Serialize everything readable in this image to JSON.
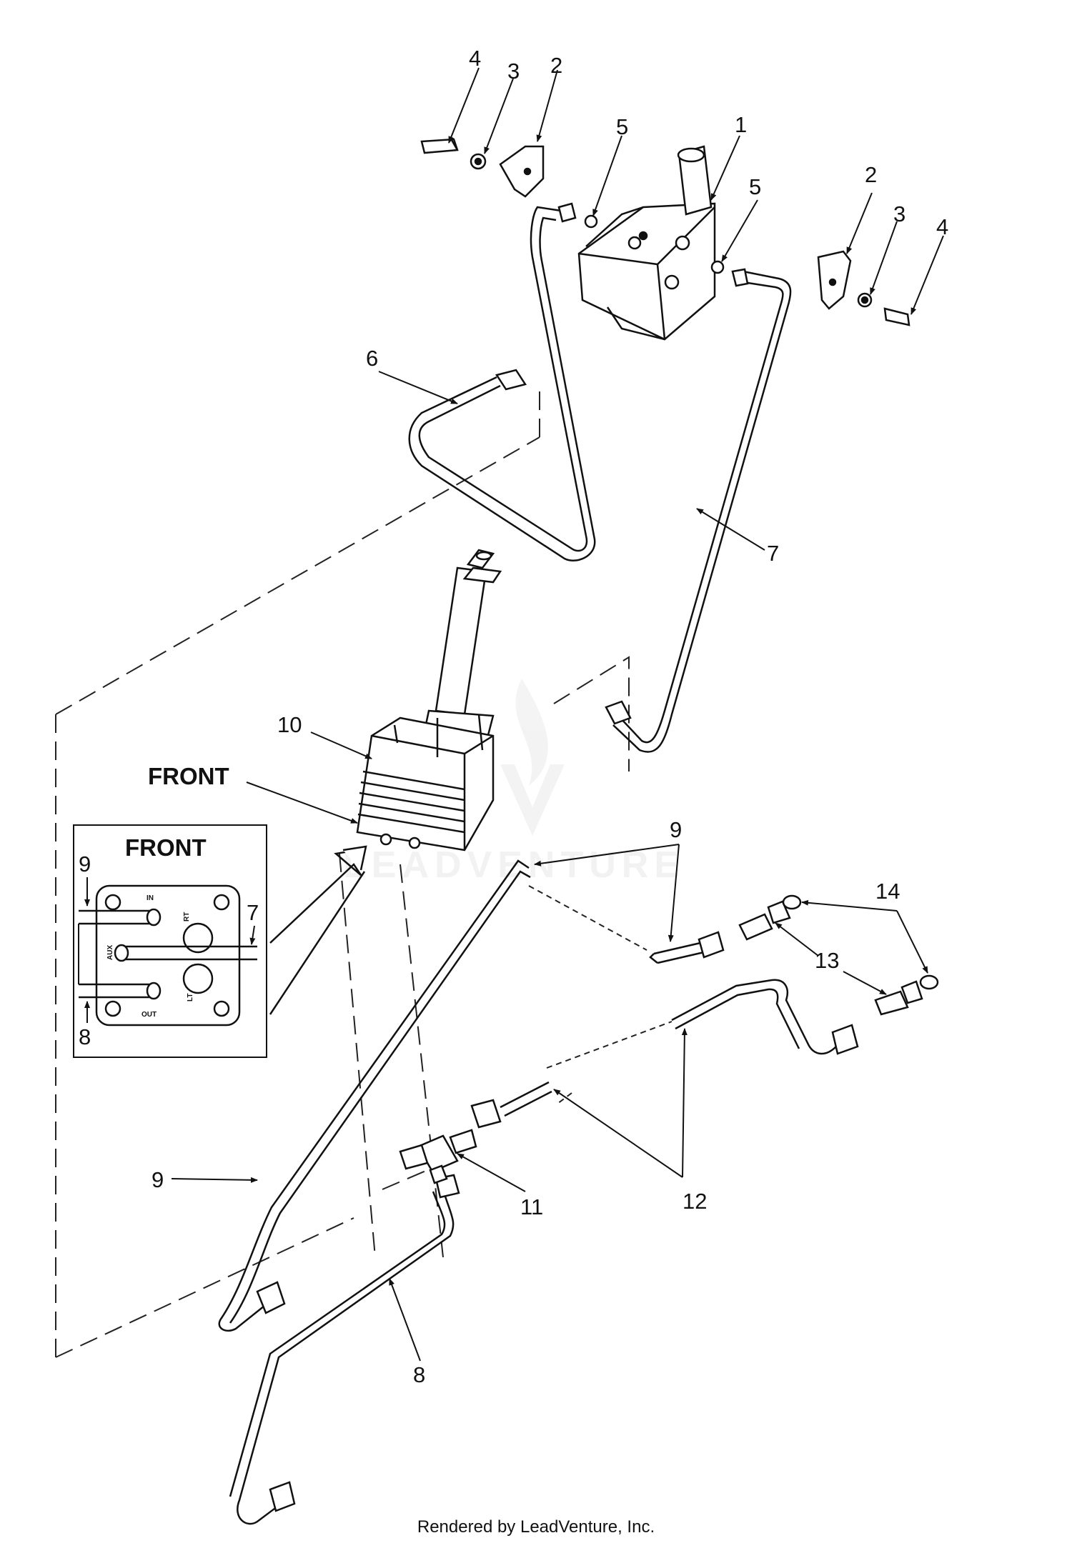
{
  "callouts": {
    "c1": "1",
    "c2a": "2",
    "c2b": "2",
    "c3a": "3",
    "c3b": "3",
    "c4a": "4",
    "c4b": "4",
    "c5a": "5",
    "c5b": "5",
    "c6": "6",
    "c7": "7",
    "c8": "8",
    "c9a": "9",
    "c9b": "9",
    "c10": "10",
    "c11": "11",
    "c12": "12",
    "c13": "13",
    "c14": "14"
  },
  "front_label": "FRONT",
  "inset": {
    "title": "FRONT",
    "callout_9": "9",
    "callout_7": "7",
    "callout_8": "8",
    "ports": {
      "in": "IN",
      "aux": "AUX",
      "out": "OUT",
      "rt": "RT",
      "lt": "LT"
    }
  },
  "watermark": "LEADVENTURE",
  "footer": "Rendered by LeadVenture, Inc."
}
